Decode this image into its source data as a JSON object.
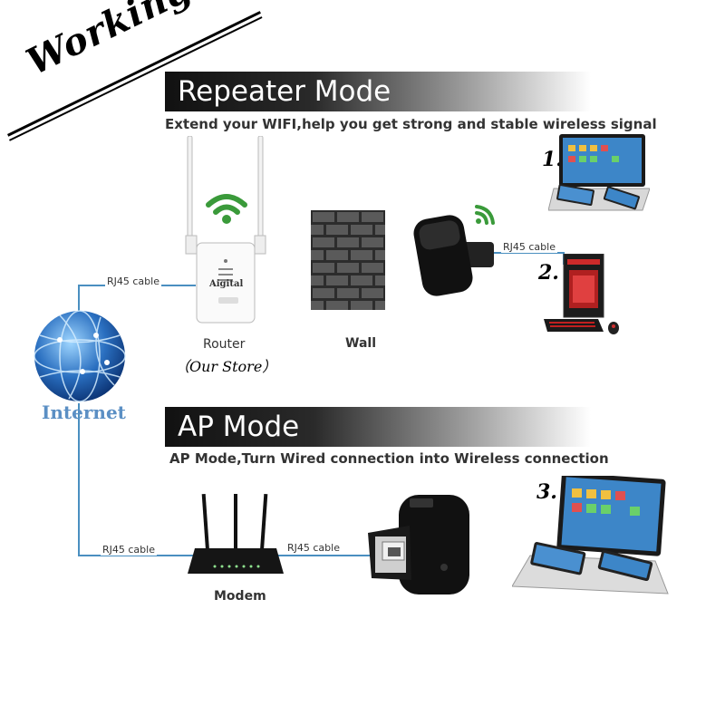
{
  "title": "Working Mode",
  "repeater": {
    "heading": "Repeater Mode",
    "subtitle": "Extend your WIFI,help you get strong and stable wireless signal",
    "router_label": "Router",
    "router_store": "（Our Store）",
    "router_brand": "Aigital",
    "wall_label": "Wall",
    "cable_left": "RJ45 cable",
    "cable_right": "RJ45 cable"
  },
  "internet_label": "Internet",
  "ap": {
    "heading": "AP Mode",
    "subtitle": "AP Mode,Turn Wired connection into Wireless connection",
    "modem_label": "Modem",
    "cable_left": "RJ45 cable",
    "cable_right": "RJ45 cable"
  },
  "device_numbers": [
    "1.",
    "2.",
    "3."
  ],
  "colors": {
    "wifi_green": "#3a9a3a",
    "line_blue": "#4a8fc0",
    "globe_blue": "#2a6fc0"
  }
}
